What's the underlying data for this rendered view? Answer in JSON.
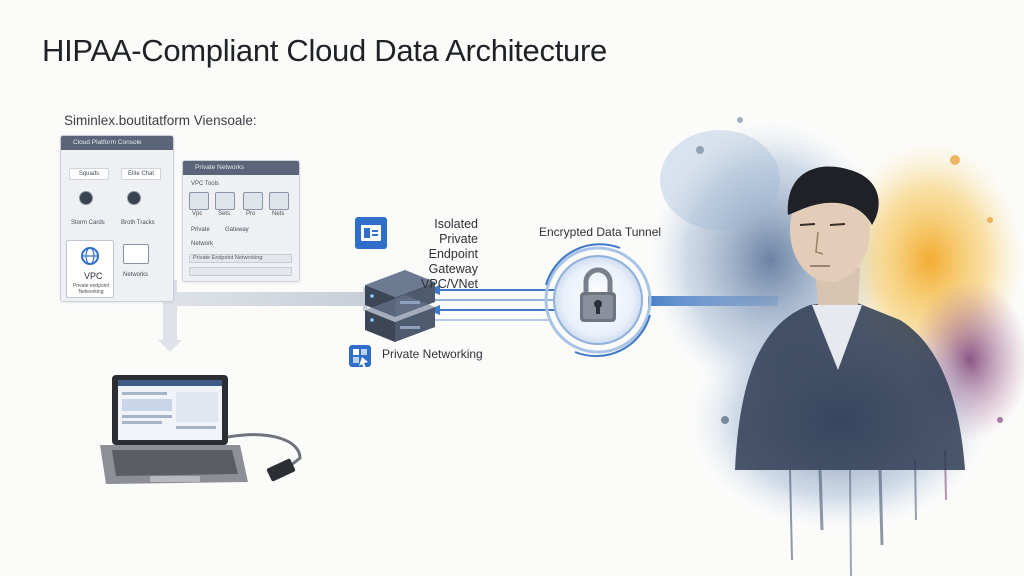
{
  "title": "HIPAA-Compliant Cloud Data Architecture",
  "console_label": "Siminlex.boutitatform Viensoale:",
  "console_panel": {
    "header": "Cloud Platform Console",
    "chip_left": "Squads",
    "chip_right": "Elite Chat",
    "item_left": "Storm Cards",
    "item_right": "Broth Tracks",
    "vpc_label": "VPC",
    "vpc_sub": "Private endpoint Networking",
    "mini_label": "Networks"
  },
  "private_panel": {
    "header": "Private Networks",
    "row1": "VPC Tools",
    "icon_labels": [
      "Vpc",
      "Sets",
      "Pro",
      "Nets"
    ],
    "row2_a": "Private",
    "row2_b": "Gateway",
    "row3": "Network",
    "row4": "Private Endpoint Networking"
  },
  "gateway_label_lines": [
    "Isolated Private",
    "Endpoint Gateway",
    "VPC/VNet"
  ],
  "tunnel_label": "Encrypted Data Tunnel",
  "networking_label": "Private Networking",
  "colors": {
    "accent_blue": "#2f6fc9",
    "panel_header": "#5b6478",
    "server_dark": "#3c4657",
    "tunnel_light": "#a9c4e6"
  }
}
